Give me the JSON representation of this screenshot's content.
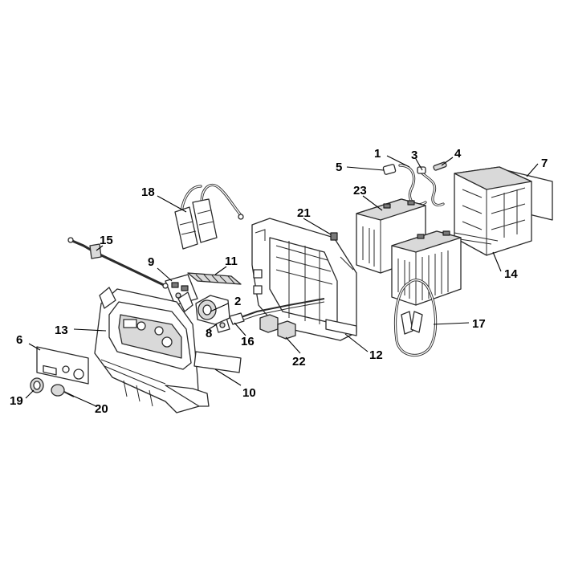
{
  "diagram": {
    "type": "exploded-parts-diagram",
    "callouts": {
      "c1": "1",
      "c2": "2",
      "c3": "3",
      "c4": "4",
      "c5": "5",
      "c6": "6",
      "c7": "7",
      "c8": "8",
      "c9": "9",
      "c10": "10",
      "c11": "11",
      "c12": "12",
      "c13": "13",
      "c14": "14",
      "c15": "15",
      "c16": "16",
      "c17": "17",
      "c18": "18",
      "c19": "19",
      "c20": "20",
      "c21": "21",
      "c22": "22",
      "c23": "23"
    }
  }
}
